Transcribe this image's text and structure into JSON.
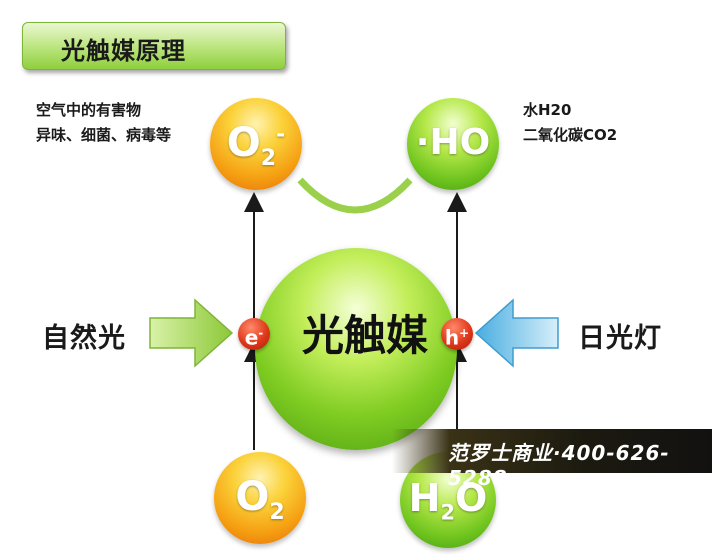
{
  "title": "光触媒原理",
  "harmful_label": [
    "空气中的有害物",
    "异味、细菌、病毒等"
  ],
  "products_label": [
    "水H20",
    "二氧化碳CO2"
  ],
  "left_source": "自然光",
  "right_source": "日光灯",
  "core_label": "光触媒",
  "electron": {
    "base": "e",
    "sup": "-"
  },
  "hole": {
    "base": "h",
    "sup": "+"
  },
  "top_left_ball": {
    "base": "O",
    "sub": "2",
    "sup": "-"
  },
  "top_right_ball": {
    "text": "·HO"
  },
  "bottom_left_ball": {
    "base": "O",
    "sub": "2"
  },
  "bottom_right_ball": {
    "base": "H",
    "sub": "2",
    "rest": "O"
  },
  "watermark": "范罗士商业·400-626-5288",
  "colors": {
    "title_green": "#a8dc5c",
    "orange": "#f59f12",
    "green": "#6fc41e",
    "arrow_green": "#9ad04a",
    "arrow_blue": "#59b8e0",
    "red": "#e0371a"
  }
}
